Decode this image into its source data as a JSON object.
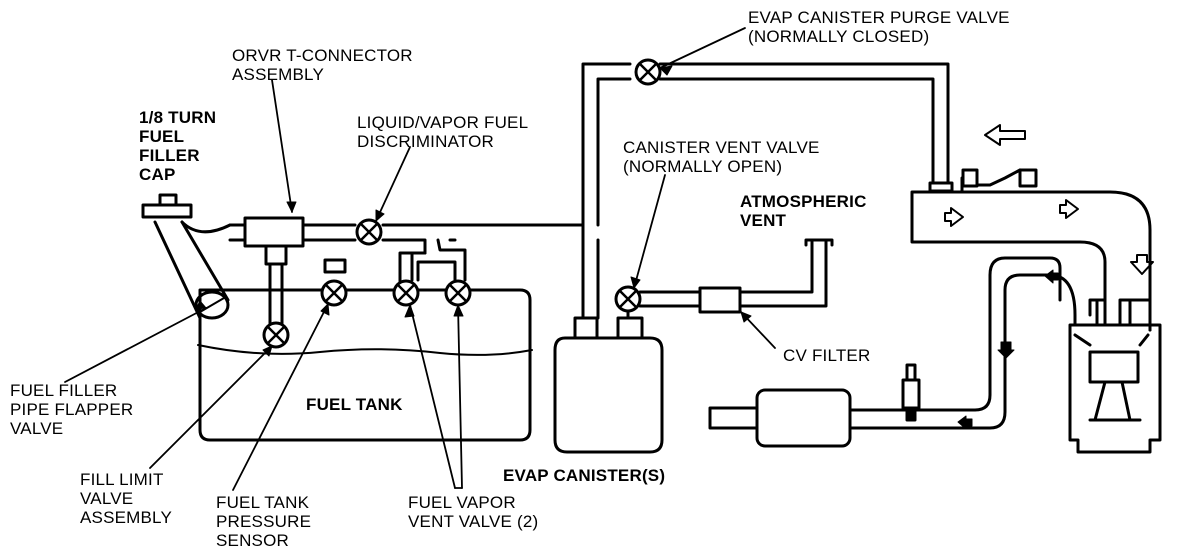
{
  "labels": {
    "purge_valve": "EVAP CANISTER PURGE VALVE\n(NORMALLY CLOSED)",
    "orvr_connector": "ORVR T-CONNECTOR\nASSEMBLY",
    "fuel_cap": "1/8 TURN\nFUEL\nFILLER\nCAP",
    "discriminator": "LIQUID/VAPOR FUEL\nDISCRIMINATOR",
    "vent_valve": "CANISTER VENT VALVE\n(NORMALLY OPEN)",
    "atmospheric_vent": "ATMOSPHERIC\nVENT",
    "cv_filter": "CV FILTER",
    "flapper_valve": "FUEL FILLER\nPIPE FLAPPER\nVALVE",
    "fuel_tank": "FUEL TANK",
    "fill_limit_valve": "FILL LIMIT\nVALVE\nASSEMBLY",
    "pressure_sensor": "FUEL TANK\nPRESSURE\nSENSOR",
    "vapor_vent_valve": "FUEL VAPOR\nVENT VALVE (2)",
    "evap_canister": "EVAP CANISTER(S)"
  }
}
